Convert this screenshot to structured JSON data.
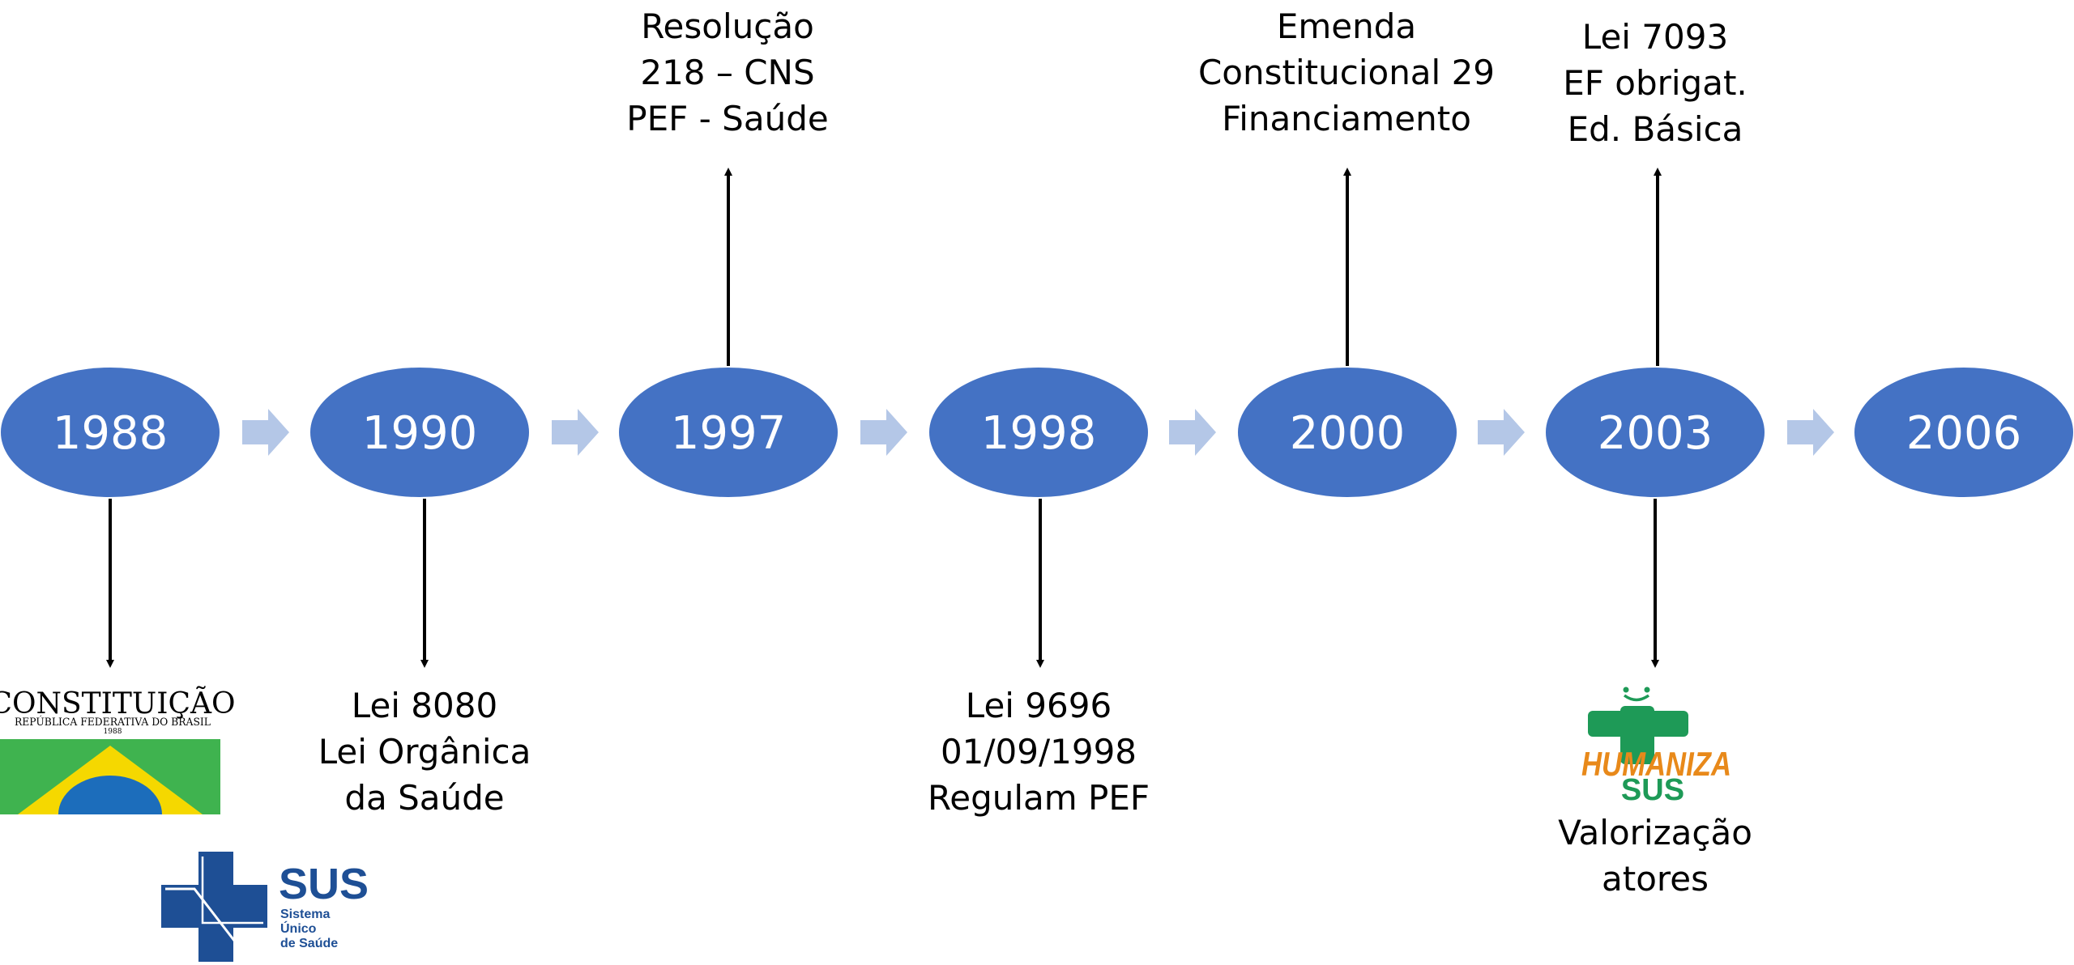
{
  "timeline": {
    "ellipse_color": "#4472C4",
    "chevron_color": "#B4C7E7",
    "arrow_color": "#000000",
    "years": [
      "1988",
      "1990",
      "1997",
      "1998",
      "2000",
      "2003",
      "2006"
    ]
  },
  "events": {
    "e1997": {
      "lines": [
        "Resolução",
        "218 – CNS",
        "PEF - Saúde"
      ]
    },
    "e2000": {
      "lines": [
        "Emenda",
        "Constitucional 29",
        "Financiamento"
      ]
    },
    "e2003_top": {
      "lines": [
        "Lei 7093",
        "EF obrigat.",
        "Ed. Básica"
      ]
    },
    "e1990": {
      "lines": [
        "Lei 8080",
        "Lei Orgânica",
        "da Saúde"
      ]
    },
    "e1998": {
      "lines": [
        "Lei 9696",
        "01/09/1998",
        "Regulam PEF"
      ]
    },
    "e2003_bottom": {
      "lines": [
        "Valorização",
        "atores"
      ]
    }
  },
  "logos": {
    "constituicao": {
      "title": "CONSTITUIÇÃO",
      "subtitle": "REPÚBLICA FEDERATIVA DO BRASIL",
      "year": "1988",
      "green": "#3FB34F",
      "yellow": "#F5D800",
      "blue": "#1C6DBB"
    },
    "sus": {
      "name": "SUS",
      "line1": "Sistema",
      "line2": "Único",
      "line3": "de Saúde",
      "color": "#1E4F95"
    },
    "humaniza": {
      "word1": "HUMANIZA",
      "word2": "SUS",
      "orange": "#E8891A",
      "green": "#1E9A57"
    }
  }
}
